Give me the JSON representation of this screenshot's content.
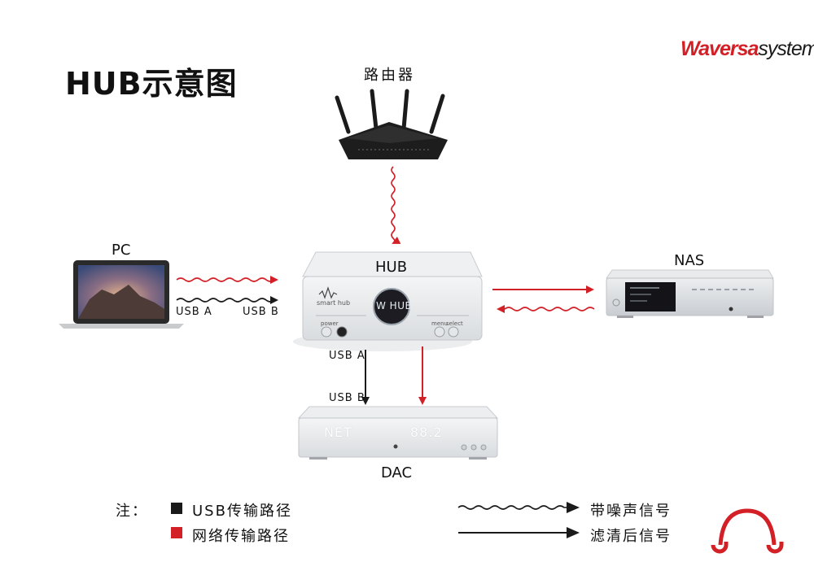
{
  "title": "HUB示意图",
  "brand": {
    "part1": "Waversa",
    "part2": "systems"
  },
  "nodes": {
    "router": "路由器",
    "pc": "PC",
    "hub": "HUB",
    "nas": "NAS",
    "dac": "DAC"
  },
  "device_text": {
    "hub_display": "W HUB",
    "hub_brand": "smart hub",
    "hub_power": "power",
    "hub_menu": "menu",
    "hub_select": "select",
    "dac_left": "NET",
    "dac_right": "88.2"
  },
  "port_labels": {
    "pc_usb_a": "USB A",
    "pc_usb_b": "USB B",
    "hub_usb_a": "USB A",
    "dac_usb_b": "USB B"
  },
  "legend": {
    "note": "注：",
    "usb_path": "USB传输路径",
    "network_path": "网络传输路径",
    "noisy": "带噪声信号",
    "clean": "滤清后信号"
  },
  "colors": {
    "usb_path": "#1a1a1a",
    "network_path": "#d32027",
    "accent": "#d32027"
  }
}
